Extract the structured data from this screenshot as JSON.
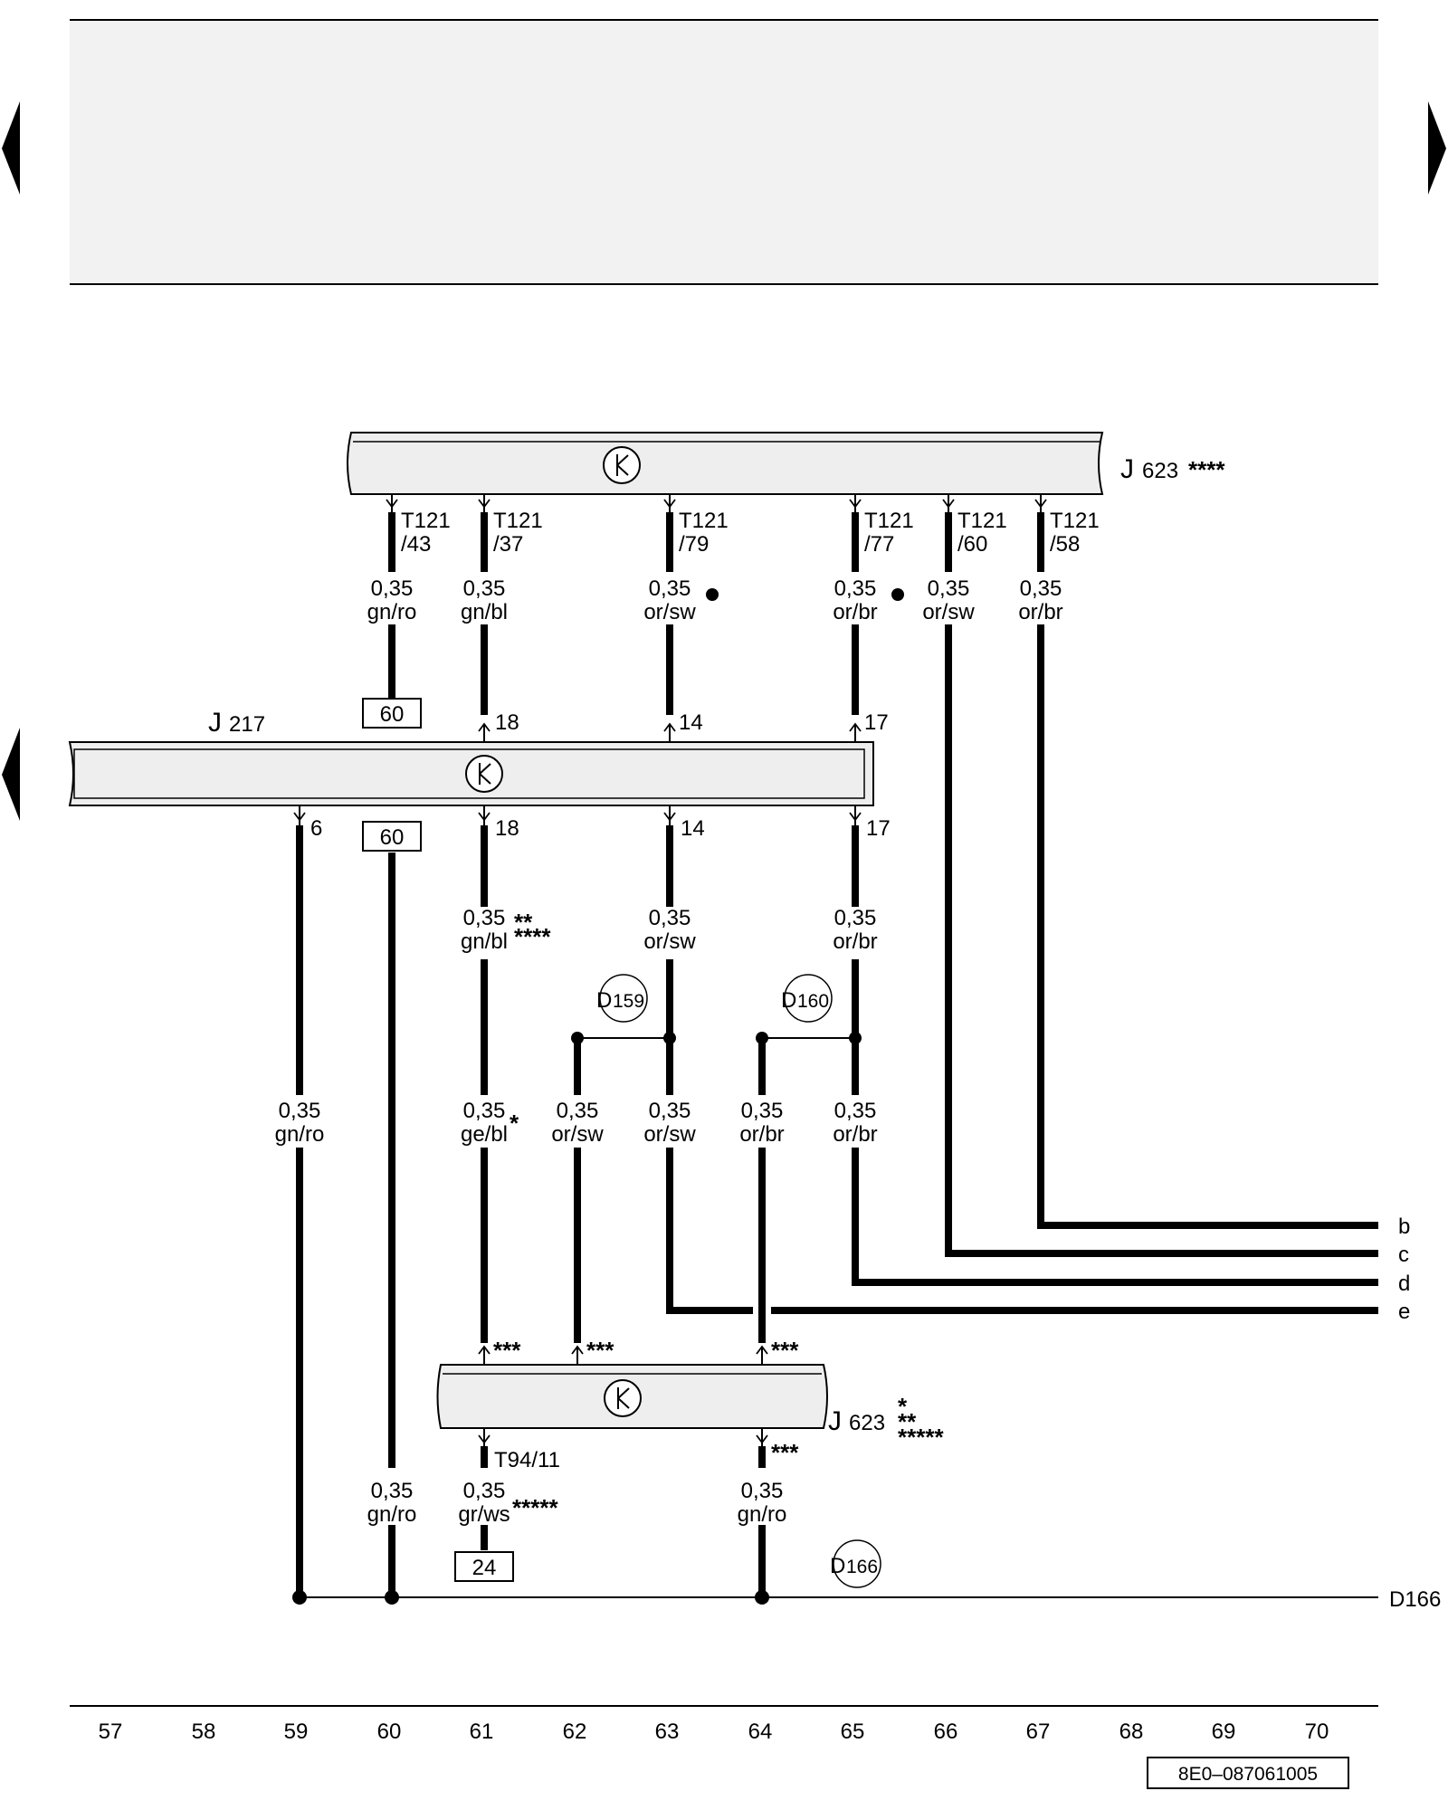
{
  "nav": {
    "left_top_arrow": "previous-page",
    "left_mid_arrow": "previous-page",
    "right_top_arrow": "next-page"
  },
  "components": {
    "j623_top": {
      "name": "J",
      "num": "623",
      "stars": "****"
    },
    "j217": {
      "name": "J",
      "num": "217"
    },
    "j623_bottom": {
      "name": "J",
      "num": "623",
      "stars1": "*",
      "stars2": "**",
      "stars3": "*****"
    }
  },
  "top_pins": [
    {
      "pin": "T121",
      "sub": "/43",
      "size": "0,35",
      "color": "gn/ro"
    },
    {
      "pin": "T121",
      "sub": "/37",
      "size": "0,35",
      "color": "gn/bl"
    },
    {
      "pin": "T121",
      "sub": "/79",
      "size": "0,35",
      "color": "or/sw"
    },
    {
      "pin": "T121",
      "sub": "/77",
      "size": "0,35",
      "color": "or/br"
    },
    {
      "pin": "T121",
      "sub": "/60",
      "size": "0,35",
      "color": "or/sw"
    },
    {
      "pin": "T121",
      "sub": "/58",
      "size": "0,35",
      "color": "or/br"
    }
  ],
  "ref_boxes": {
    "box60a": "60",
    "box60b": "60",
    "box24": "24"
  },
  "j217_pins_top": {
    "p18": "18",
    "p14": "14",
    "p17": "17"
  },
  "j217_pins_bottom": {
    "p6": "6",
    "p18": "18",
    "p14": "14",
    "p17": "17"
  },
  "mid_wires": [
    {
      "size": "0,35",
      "color": "gn/bl",
      "stars_a": "**",
      "stars_b": "****"
    },
    {
      "size": "0,35",
      "color": "or/sw"
    },
    {
      "size": "0,35",
      "color": "or/br"
    }
  ],
  "lower_wires": [
    {
      "size": "0,35",
      "color": "gn/ro"
    },
    {
      "size": "0,35",
      "color": "ge/bl",
      "stars": "*"
    },
    {
      "size": "0,35",
      "color": "or/sw"
    },
    {
      "size": "0,35",
      "color": "or/sw"
    },
    {
      "size": "0,35",
      "color": "or/br"
    },
    {
      "size": "0,35",
      "color": "or/br"
    }
  ],
  "splices": {
    "d159": {
      "letter": "D",
      "num": "159"
    },
    "d160": {
      "letter": "D",
      "num": "160"
    },
    "d166": {
      "letter": "D",
      "num": "166"
    }
  },
  "connections": [
    "b",
    "c",
    "d",
    "e"
  ],
  "j623b_pins": {
    "in1": "***",
    "in2": "***",
    "in3": "***",
    "out_pin": "T94/11",
    "out2": "***"
  },
  "bottom_wires": [
    {
      "size": "0,35",
      "color": "gn/ro"
    },
    {
      "size": "0,35",
      "color": "gr/ws",
      "stars": "*****"
    },
    {
      "size": "0,35",
      "color": "gn/ro"
    }
  ],
  "ground_label": "D166",
  "ruler": [
    "57",
    "58",
    "59",
    "60",
    "61",
    "62",
    "63",
    "64",
    "65",
    "66",
    "67",
    "68",
    "69",
    "70"
  ],
  "doc_code": "8E0–087061005",
  "colors": {
    "wire": "#000000",
    "panel": "#f2f2f2",
    "component": "#eeeeee"
  }
}
